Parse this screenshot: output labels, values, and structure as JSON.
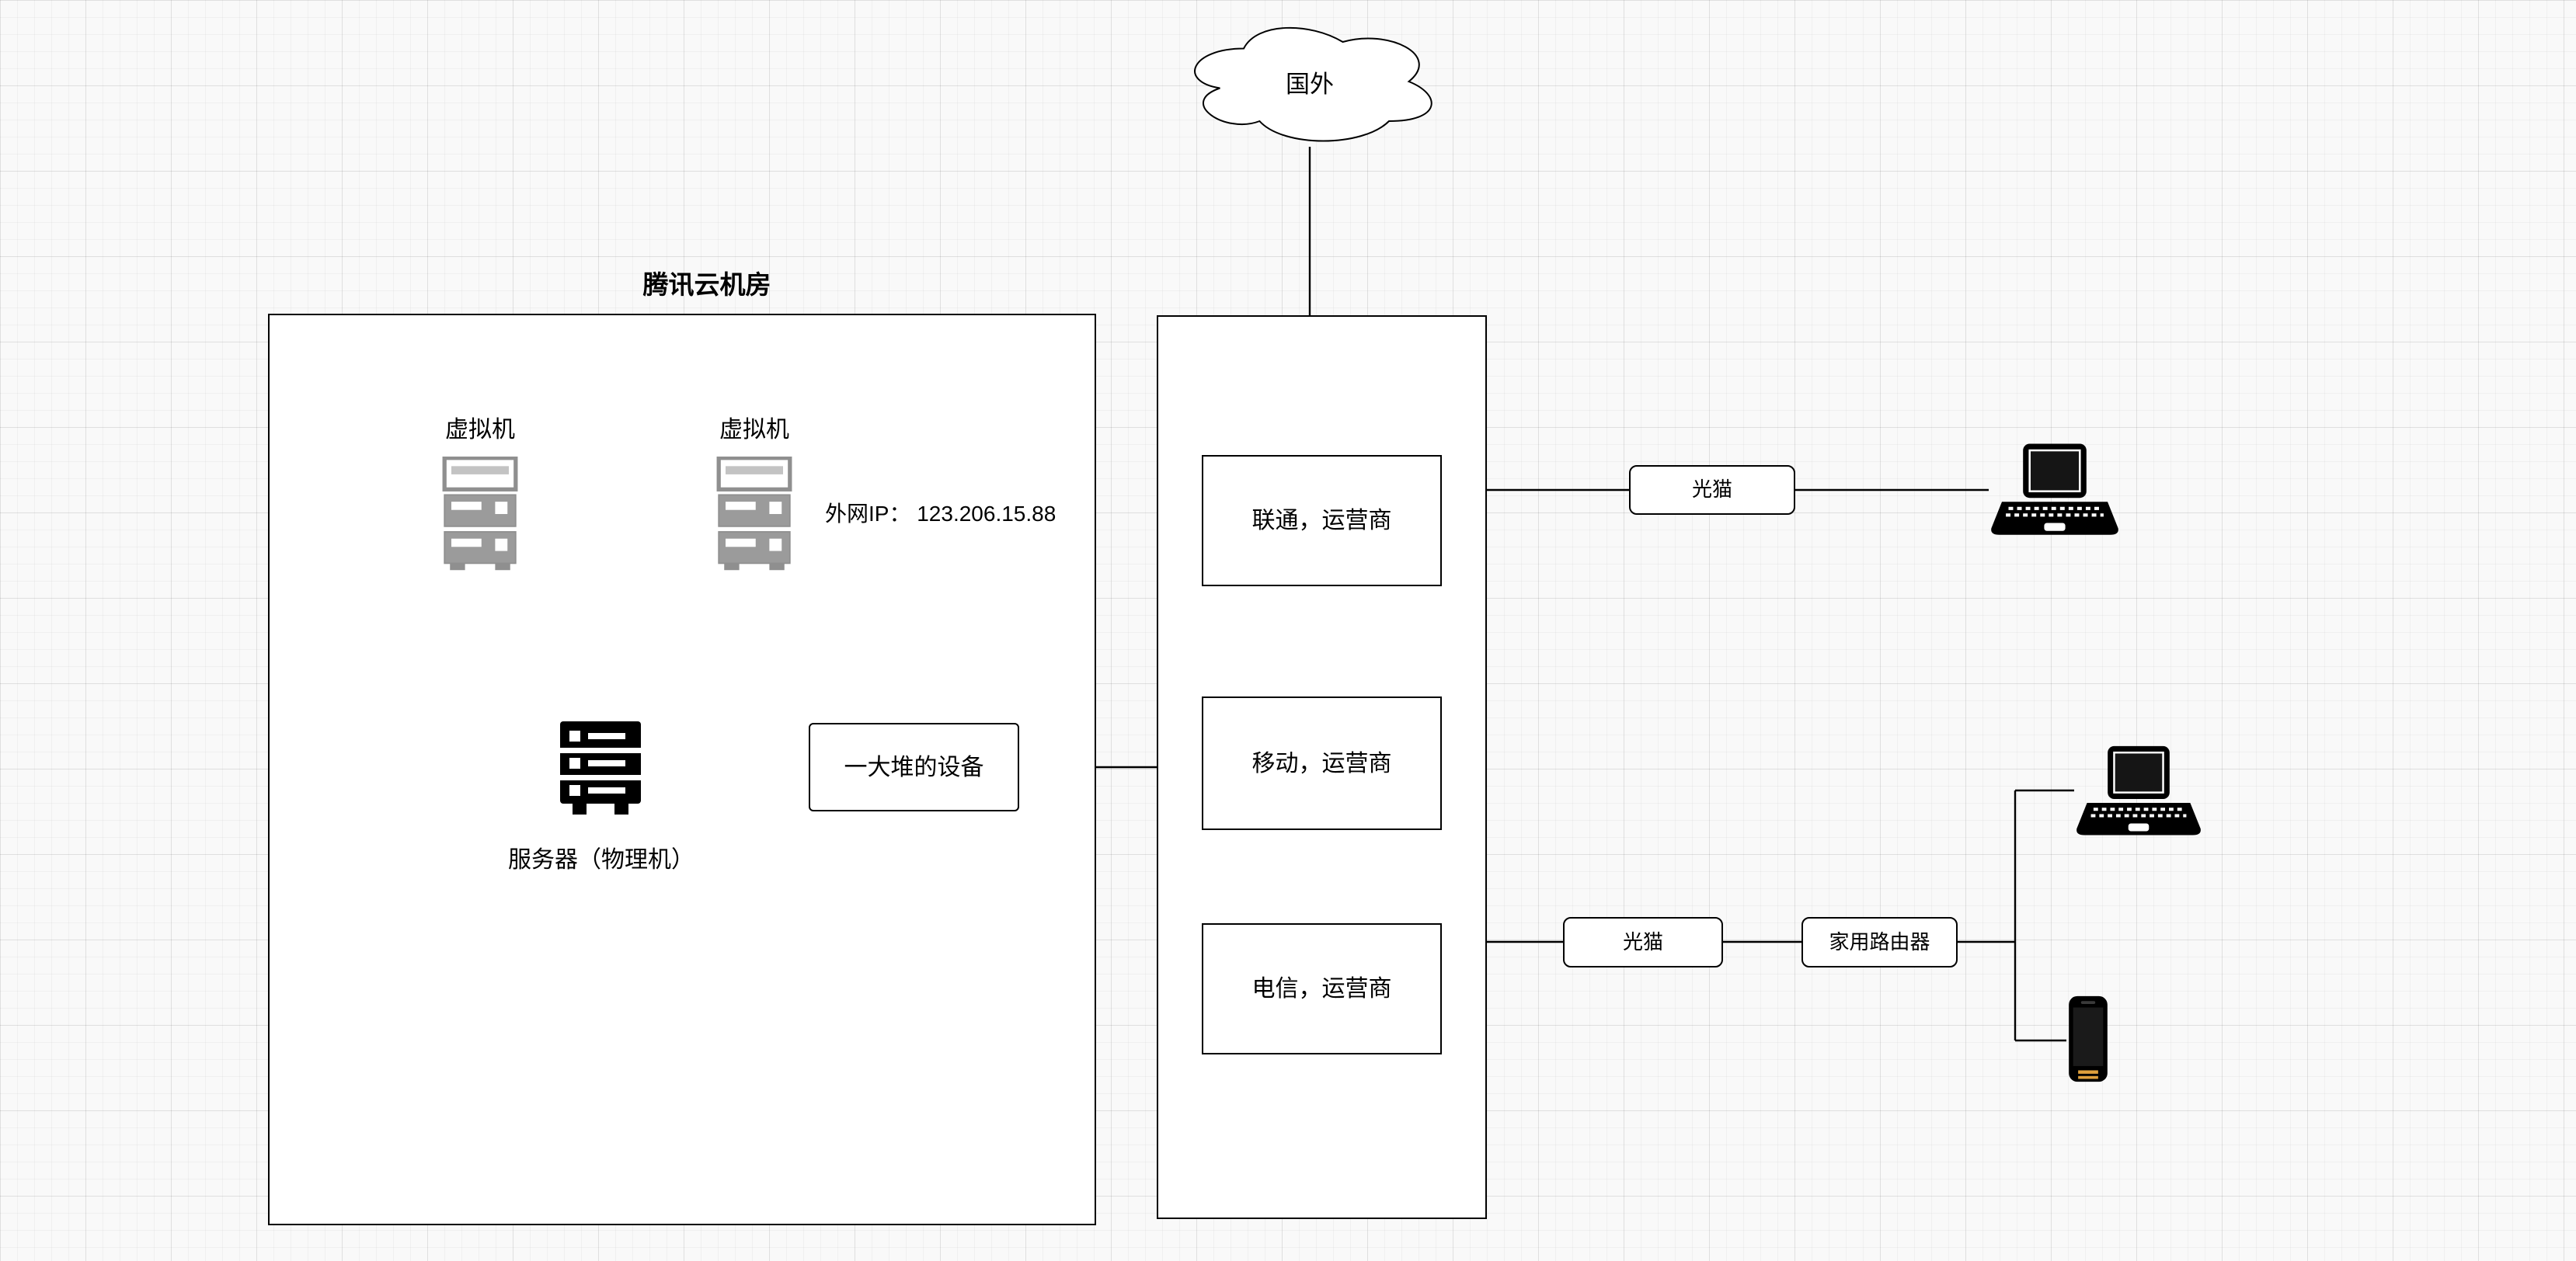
{
  "cloud": {
    "label": "国外"
  },
  "datacenter": {
    "title": "腾讯云机房",
    "vm1_label": "虚拟机",
    "vm2_label": "虚拟机",
    "public_ip": "外网IP： 123.206.15.88",
    "server_label": "服务器（物理机）",
    "devices_label": "一大堆的设备"
  },
  "isp_panel": {
    "boxes": [
      "联通，运营商",
      "移动，运营商",
      "电信，运营商"
    ]
  },
  "home_fiber_top": {
    "modem_label": "光猫"
  },
  "home_fiber_bottom": {
    "modem_label": "光猫",
    "router_label": "家用路由器"
  },
  "icons": {
    "cloud": "cloud-outline",
    "vm": "gray-server-stack",
    "physical_server": "black-server-stack",
    "laptop": "laptop",
    "phone": "smartphone"
  },
  "colors": {
    "stroke": "#000000",
    "node_fill": "#ffffff",
    "canvas_bg": "#f9f9f9",
    "vm_gray": "#9b9b9b",
    "phone_accent": "#e0a03c"
  }
}
